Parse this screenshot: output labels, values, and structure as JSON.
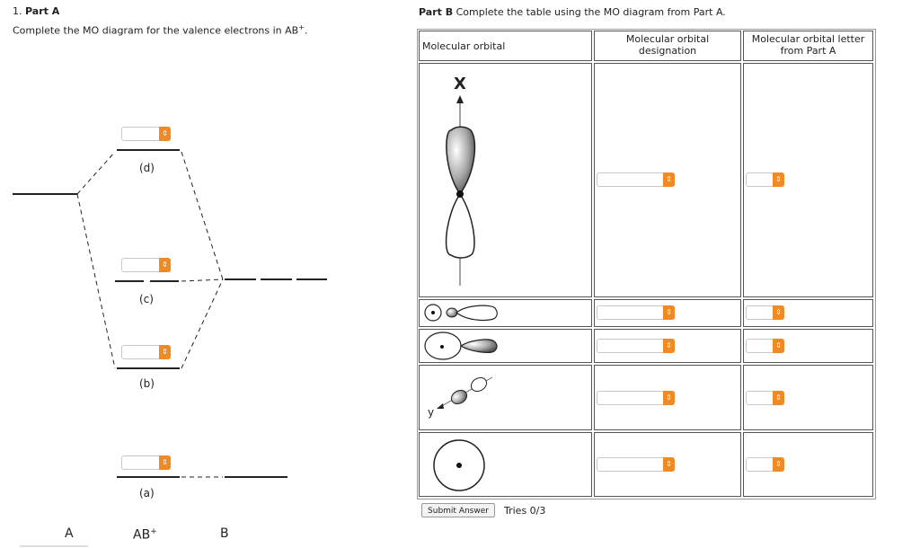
{
  "partA": {
    "number": "1.",
    "title": "Part A",
    "instruction": "Complete the MO diagram for the valence electrons in AB",
    "superscript": "+",
    "period": ".",
    "levels": [
      {
        "label": "(d)"
      },
      {
        "label": "(c)"
      },
      {
        "label": "(b)"
      },
      {
        "label": "(a)"
      }
    ],
    "atoms": {
      "left": "A",
      "middle": "AB",
      "middle_sup": "+",
      "right": "B"
    }
  },
  "partB": {
    "title": "Part B",
    "instruction": "Complete the table using the MO diagram from Part A.",
    "headers": {
      "col1": "Molecular orbital",
      "col2_line1": "Molecular orbital",
      "col2_line2": "designation",
      "col3_line1": "Molecular orbital letter",
      "col3_line2": "from Part A"
    },
    "axis_x": "X",
    "axis_y": "y",
    "rows": 5,
    "submit_label": "Submit Answer",
    "tries": "Tries 0/3"
  },
  "colors": {
    "accent": "#f08a24",
    "line": "#222222"
  },
  "icons": {
    "dropdown": "chevron-updown-icon"
  }
}
